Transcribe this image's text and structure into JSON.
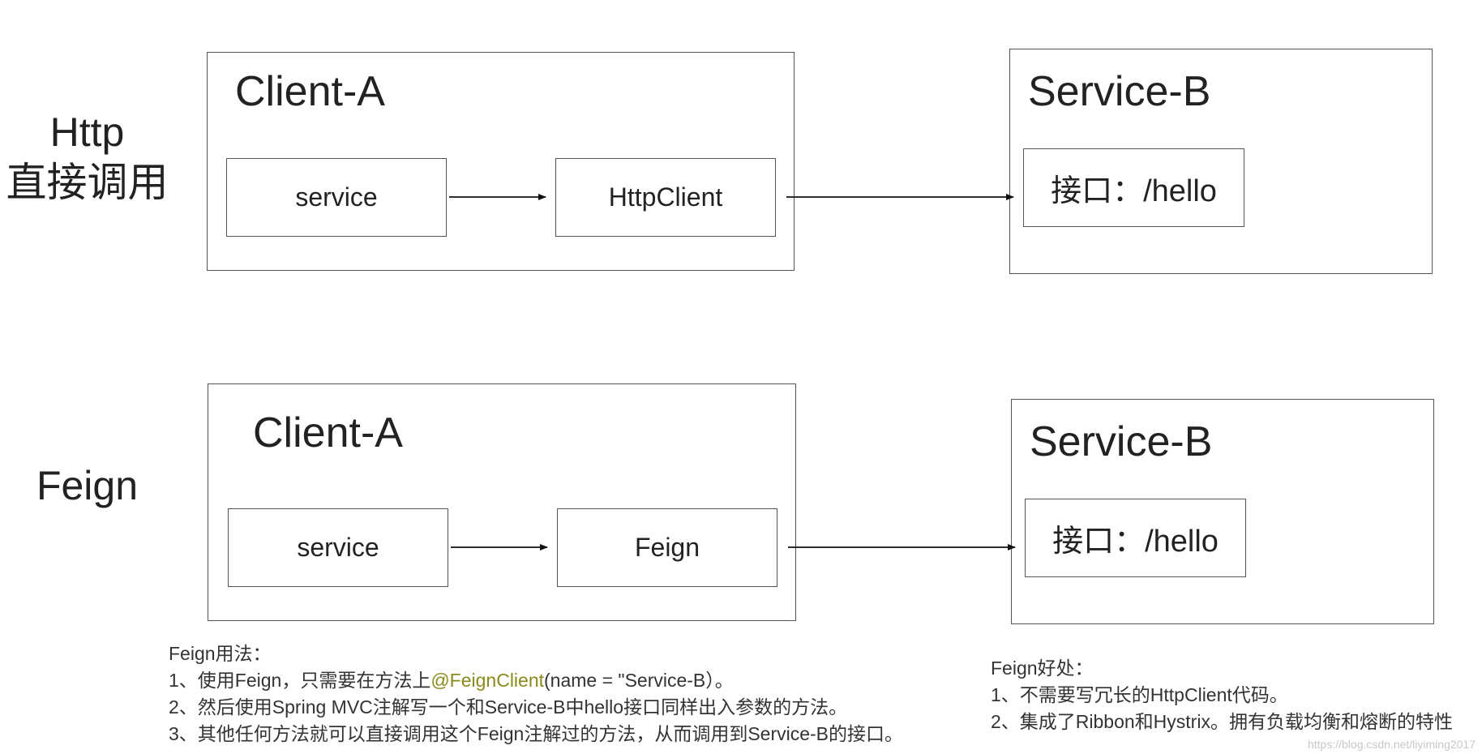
{
  "rows": [
    {
      "label_lines": [
        "Http",
        "直接调用"
      ],
      "client": {
        "title": "Client-A",
        "left_box": "service",
        "right_box": "HttpClient"
      },
      "service": {
        "title": "Service-B",
        "endpoint": "接口：/hello"
      }
    },
    {
      "label_lines": [
        "Feign"
      ],
      "client": {
        "title": "Client-A",
        "left_box": "service",
        "right_box": "Feign"
      },
      "service": {
        "title": "Service-B",
        "endpoint": "接口：/hello"
      }
    }
  ],
  "usage": {
    "heading": "Feign用法：",
    "line1_prefix": "1、使用Feign，只需要在方法上",
    "line1_highlight": "@FeignClient",
    "line1_suffix": "(name = \"Service-B）。",
    "line2": "2、然后使用Spring MVC注解写一个和Service-B中hello接口同样出入参数的方法。",
    "line3": "3、其他任何方法就可以直接调用这个Feign注解过的方法，从而调用到Service-B的接口。"
  },
  "benefits": {
    "heading": "Feign好处：",
    "line1": "1、不需要写冗长的HttpClient代码。",
    "line2": "2、集成了Ribbon和Hystrix。拥有负载均衡和熔断的特性"
  },
  "watermark": "https://blog.csdn.net/liyiming2017",
  "colors": {
    "highlight": "#8a8a1a",
    "line": "#555555"
  }
}
